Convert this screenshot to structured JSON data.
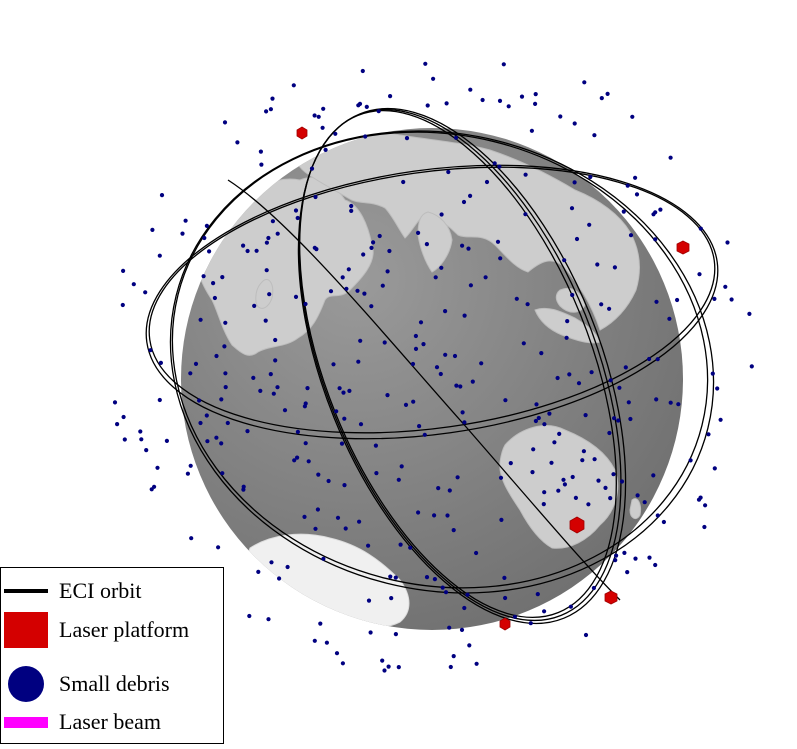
{
  "legend": {
    "items": [
      {
        "label": "ECI orbit",
        "symbol": "line",
        "color": "#000000"
      },
      {
        "label": "Laser platform",
        "symbol": "square",
        "color": "#d40000"
      },
      {
        "label": "Small debris",
        "symbol": "circle",
        "color": "#000080"
      },
      {
        "label": "Laser beam",
        "symbol": "bar",
        "color": "#ff00ff"
      }
    ]
  },
  "colors": {
    "ocean": "#7b7b7b",
    "land": "#cfcfcf",
    "ice": "#f0f0f0",
    "orbit": "#000000",
    "platform": "#d40000",
    "debris": "#000080"
  }
}
